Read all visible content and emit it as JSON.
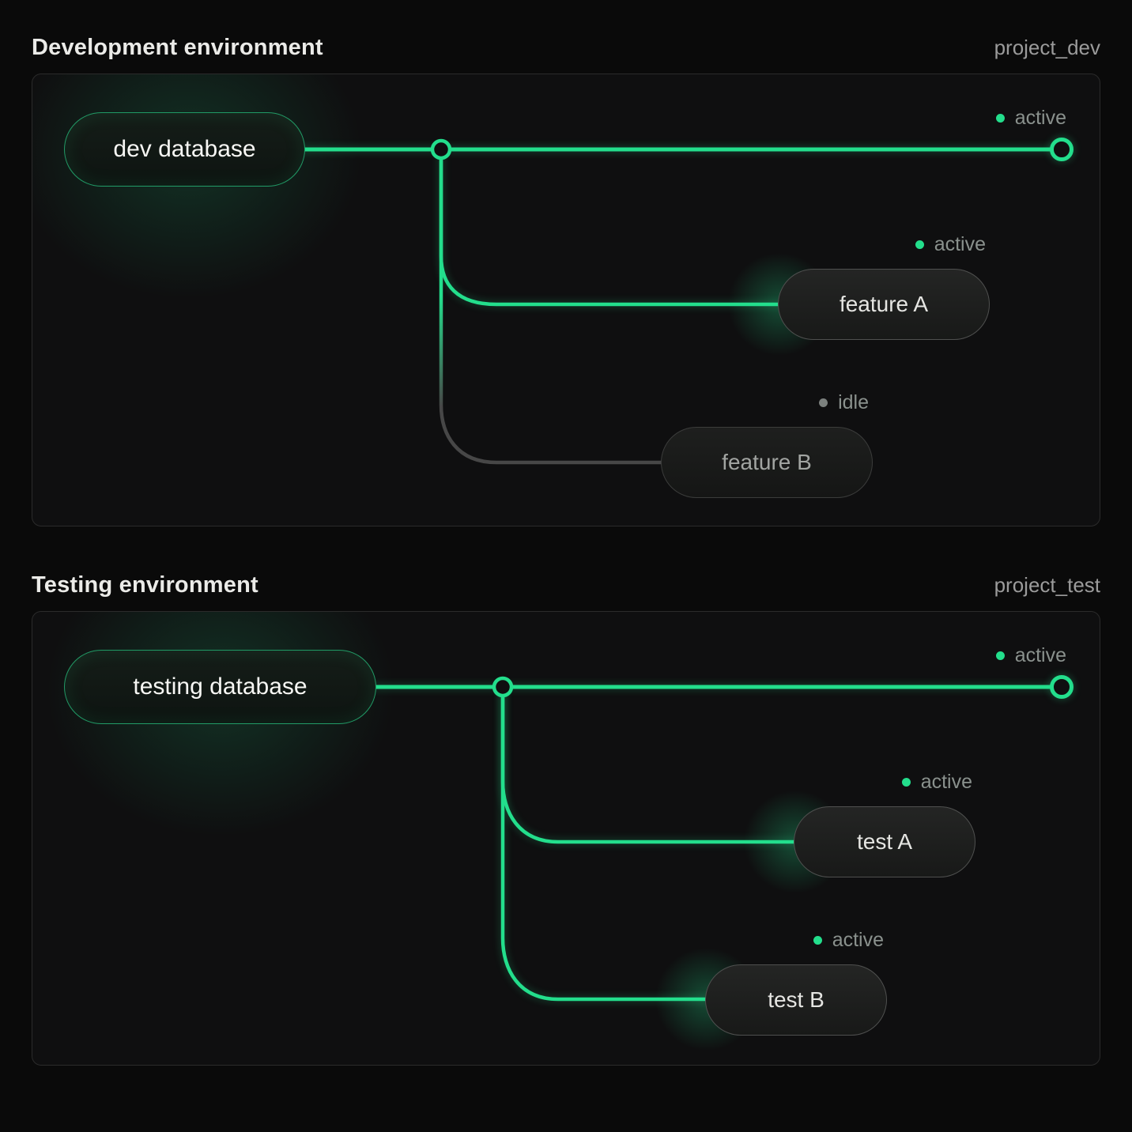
{
  "colors": {
    "accent_green": "#23de8c",
    "idle_gray": "#7c817e",
    "branch_inactive_line": "#4a4a4a",
    "panel_border": "#2b2b2b",
    "background": "#0a0a0a",
    "title_text": "#ebebe8",
    "muted_text": "#9b9b9b"
  },
  "sections": [
    {
      "title": "Development environment",
      "project": "project_dev",
      "database": {
        "label": "dev database"
      },
      "trunk_status": "active",
      "branches": [
        {
          "label": "feature A",
          "status": "active"
        },
        {
          "label": "feature B",
          "status": "idle"
        }
      ]
    },
    {
      "title": "Testing environment",
      "project": "project_test",
      "database": {
        "label": "testing database"
      },
      "trunk_status": "active",
      "branches": [
        {
          "label": "test A",
          "status": "active"
        },
        {
          "label": "test B",
          "status": "active"
        }
      ]
    }
  ]
}
